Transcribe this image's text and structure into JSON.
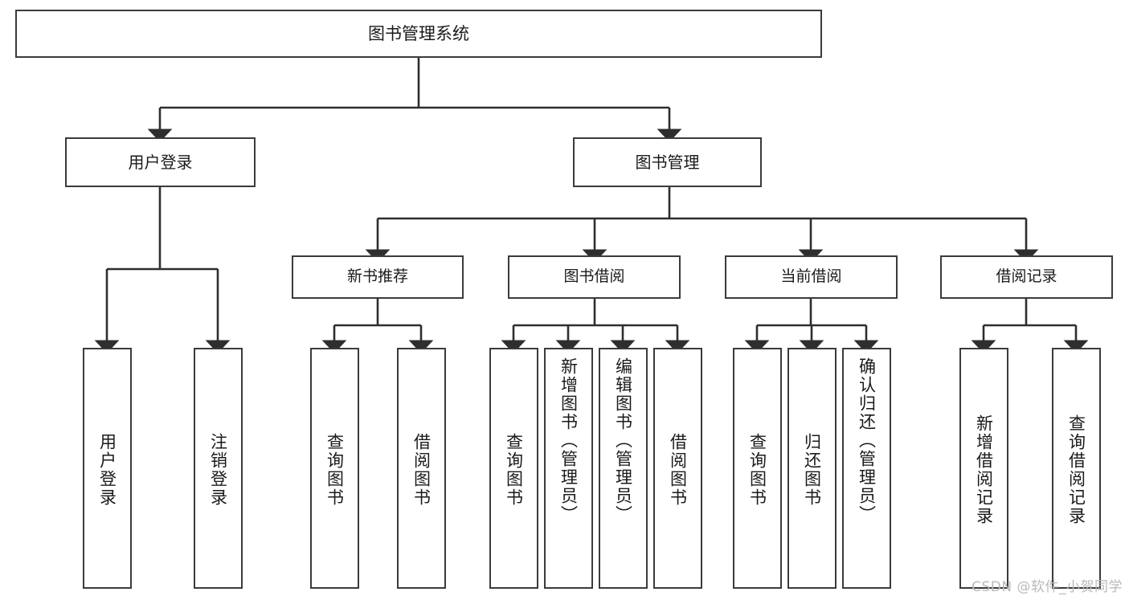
{
  "diagram": {
    "title": "图书管理系统",
    "type": "tree",
    "watermark": "CSDN @软件_小贺同学",
    "colors": {
      "box_border": "#3b3b3b",
      "box_fill": "#ffffff",
      "connector": "#2e2e2e",
      "background": "#ffffff",
      "watermark": "#b9b9b9"
    },
    "root": {
      "label": "图书管理系统"
    },
    "level1": [
      {
        "label": "用户登录"
      },
      {
        "label": "图书管理"
      }
    ],
    "level2": [
      {
        "label": "新书推荐"
      },
      {
        "label": "图书借阅"
      },
      {
        "label": "当前借阅"
      },
      {
        "label": "借阅记录"
      }
    ],
    "leaves": {
      "user_login": [
        {
          "label": "用户登录"
        },
        {
          "label": "注销登录"
        }
      ],
      "new_book_recommend": [
        {
          "label": "查询图书"
        },
        {
          "label": "借阅图书"
        }
      ],
      "book_borrow": [
        {
          "label": "查询图书"
        },
        {
          "label": "新增图书（管理员）"
        },
        {
          "label": "编辑图书（管理员）"
        },
        {
          "label": "借阅图书"
        }
      ],
      "current_borrow": [
        {
          "label": "查询图书"
        },
        {
          "label": "归还图书"
        },
        {
          "label": "确认归还（管理员）"
        }
      ],
      "borrow_record": [
        {
          "label": "新增借阅记录"
        },
        {
          "label": "查询借阅记录"
        }
      ]
    }
  }
}
